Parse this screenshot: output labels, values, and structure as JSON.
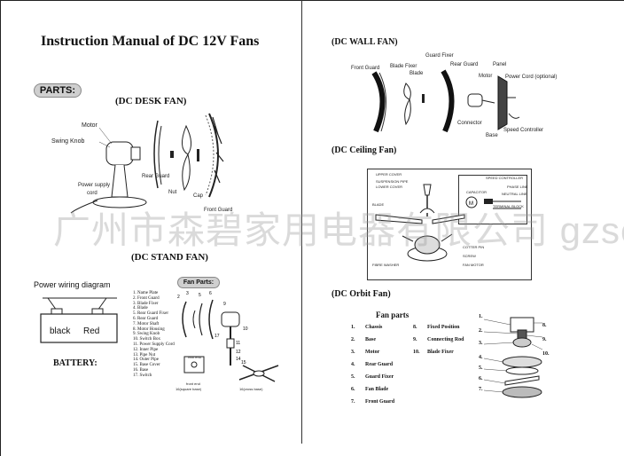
{
  "title": "Instruction Manual of DC 12V Fans",
  "parts_badge": "PARTS:",
  "desk_fan": {
    "heading": "(DC DESK FAN)",
    "labels": {
      "motor": "Motor",
      "swing_knob": "Swing Knob",
      "power_supply": "Power supply",
      "cord": "cord",
      "rear_guard": "Rear Guard",
      "nut": "Nut",
      "cap": "Cap",
      "front_guard": "Front Guard"
    }
  },
  "stand_fan": {
    "heading": "(DC STAND FAN)",
    "parts_badge": "Fan Parts:",
    "parts": [
      "1. Name Plate",
      "2. Front Guard",
      "3. Blade Fixer",
      "4. Blade",
      "5. Rear Guard Fixer",
      "6. Rear Guard",
      "7. Motor Shaft",
      "8. Motor Housing",
      "9. Swing Knob",
      "10. Switch Box",
      "11. Power Supply Cord",
      "12. Inner Pipe",
      "13. Pipe Nut",
      "14. Outer Pipe",
      "15. Base Cover",
      "16. Base",
      "17. Switch"
    ],
    "labels": {
      "rear_end": "rear end",
      "front_end": "front end",
      "square_base": "16(square base)",
      "cross_base": "16(cross base)"
    }
  },
  "power_wiring": {
    "heading": "Power wiring diagram",
    "black": "black",
    "red": "Red"
  },
  "battery_label": "BATTERY:",
  "wall_fan": {
    "heading": "(DC WALL FAN)",
    "labels": {
      "front_guard": "Front Guard",
      "blade_fixer": "Blade Fixer",
      "guard_fixer": "Guard Fixer",
      "blade": "Blade",
      "rear_guard": "Rear Guard",
      "motor": "Motor",
      "panel": "Panel",
      "power_cord": "Power Cord (optional)",
      "connector": "Connector",
      "base": "Base",
      "speed_controller": "Speed Controller"
    }
  },
  "ceiling_fan": {
    "heading": "(DC Ceiling Fan)",
    "labels": {
      "upper_cover": "UPPER COVER",
      "suspension_pipe": "SUSPENSION PIPE",
      "lower_cover": "LOWER COVER",
      "blade": "BLADE",
      "speed_controller": "SPEED CONTROLLER",
      "capacitor": "CAPACITOR",
      "phase_line": "PHASE LINE",
      "neutral_line": "NEUTRAL LINE",
      "terminal_block": "TERMINAL BLOCK",
      "cotter_pin": "COTTER PIN",
      "screw": "SCREW",
      "fibre_washer": "FIBRE WASHER",
      "fan_motor": "FAN MOTOR"
    }
  },
  "orbit_fan": {
    "heading": "(DC Orbit Fan)",
    "parts_heading": "Fan parts",
    "parts_left": [
      {
        "n": "1.",
        "name": "Chassis"
      },
      {
        "n": "2.",
        "name": "Base"
      },
      {
        "n": "3.",
        "name": "Motor"
      },
      {
        "n": "4.",
        "name": "Rear Guard"
      },
      {
        "n": "5.",
        "name": "Guard Fixer"
      },
      {
        "n": "6.",
        "name": "Fan Blade"
      },
      {
        "n": "7.",
        "name": "Front Guard"
      }
    ],
    "parts_right": [
      {
        "n": "8.",
        "name": "Fixed Position"
      },
      {
        "n": "9.",
        "name": "Connecting Rod"
      },
      {
        "n": "10.",
        "name": "Blade Fixer"
      }
    ],
    "diagram_numbers": [
      "1.",
      "2.",
      "3.",
      "4.",
      "5.",
      "6.",
      "7.",
      "8.",
      "9.",
      "10."
    ]
  },
  "watermark": "广州市森碧家用电器有限公司 gzsenbi.en.alibaba.com"
}
